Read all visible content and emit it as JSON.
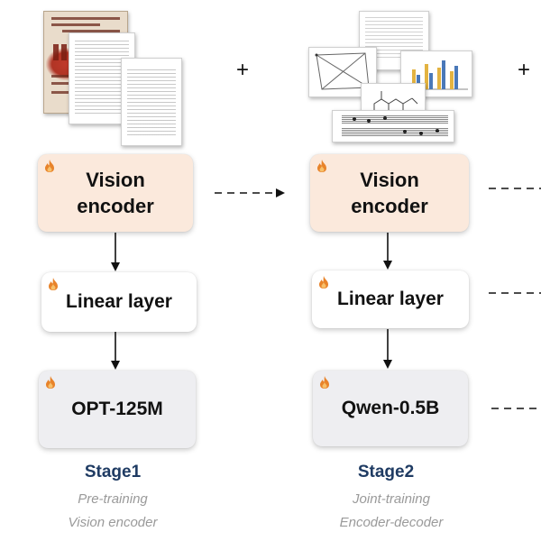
{
  "plus_signs": [
    "+",
    "+"
  ],
  "stage1": {
    "encoder_label_line1": "Vision",
    "encoder_label_line2": "encoder",
    "linear_label": "Linear layer",
    "llm_label": "OPT-125M",
    "title": "Stage1",
    "subtitle_line1": "Pre-training",
    "subtitle_line2": "Vision encoder"
  },
  "stage2": {
    "encoder_label_line1": "Vision",
    "encoder_label_line2": "encoder",
    "linear_label": "Linear layer",
    "llm_label": "Qwen-0.5B",
    "title": "Stage2",
    "subtitle_line1": "Joint-training",
    "subtitle_line2": "Encoder-decoder"
  },
  "colors": {
    "encoder_fill": "#fbe9dc",
    "linear_fill": "#ffffff",
    "llm_fill": "#eeeef1",
    "stage_title": "#1f3b63",
    "subtitle": "#9a9a9a",
    "flame": "#e8832a"
  },
  "icons": [
    "flame-icon",
    "arrow-down-icon",
    "dashed-arrow-icon",
    "plus-icon"
  ]
}
